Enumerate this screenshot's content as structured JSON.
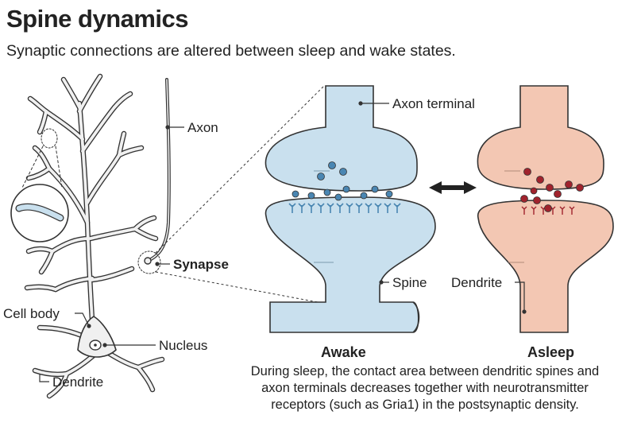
{
  "title": "Spine dynamics",
  "subtitle": "Synaptic connections are altered between sleep and wake states.",
  "labels": {
    "axon": "Axon",
    "synapse": "Synapse",
    "cell_body": "Cell body",
    "nucleus": "Nucleus",
    "dendrite_left": "Dendrite",
    "axon_terminal": "Axon terminal",
    "spine": "Spine",
    "dendrite_right": "Dendrite"
  },
  "states": {
    "awake": "Awake",
    "asleep": "Asleep"
  },
  "caption": "During sleep, the contact area between dendritic spines and axon terminals decreases together with neurotransmitter receptors (such as Gria1) in the postsynaptic density.",
  "colors": {
    "awake_fill": "#c9e0ee",
    "awake_dot": "#4a86b2",
    "asleep_fill": "#f3c7b3",
    "asleep_dot": "#a0232d",
    "outline": "#333333"
  }
}
